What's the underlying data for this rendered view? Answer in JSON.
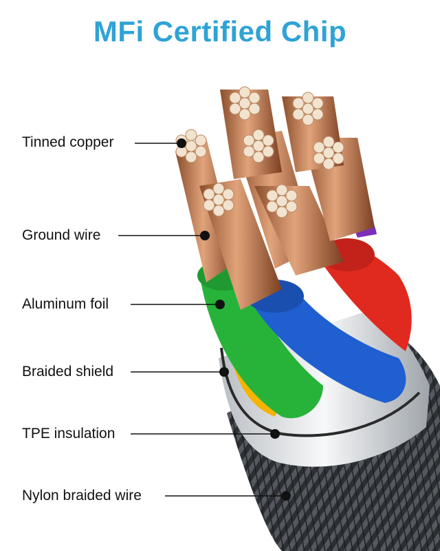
{
  "title": "MFi Certified Chip",
  "labels": [
    "Tinned copper",
    "Ground wire",
    "Aluminum foil",
    "Braided shield",
    "TPE insulation",
    "Nylon braided wire"
  ],
  "colors": {
    "title": "#2fa3d6",
    "green": "#27b33a",
    "blue": "#1f5fd0",
    "red": "#e12a1f",
    "purple": "#7b2fb8",
    "yellow": "#f4b400",
    "copper": "#c9855a",
    "tin": "#f2e3cf",
    "sleeve": "#e9ecee",
    "nylon": "#3a3d42"
  }
}
